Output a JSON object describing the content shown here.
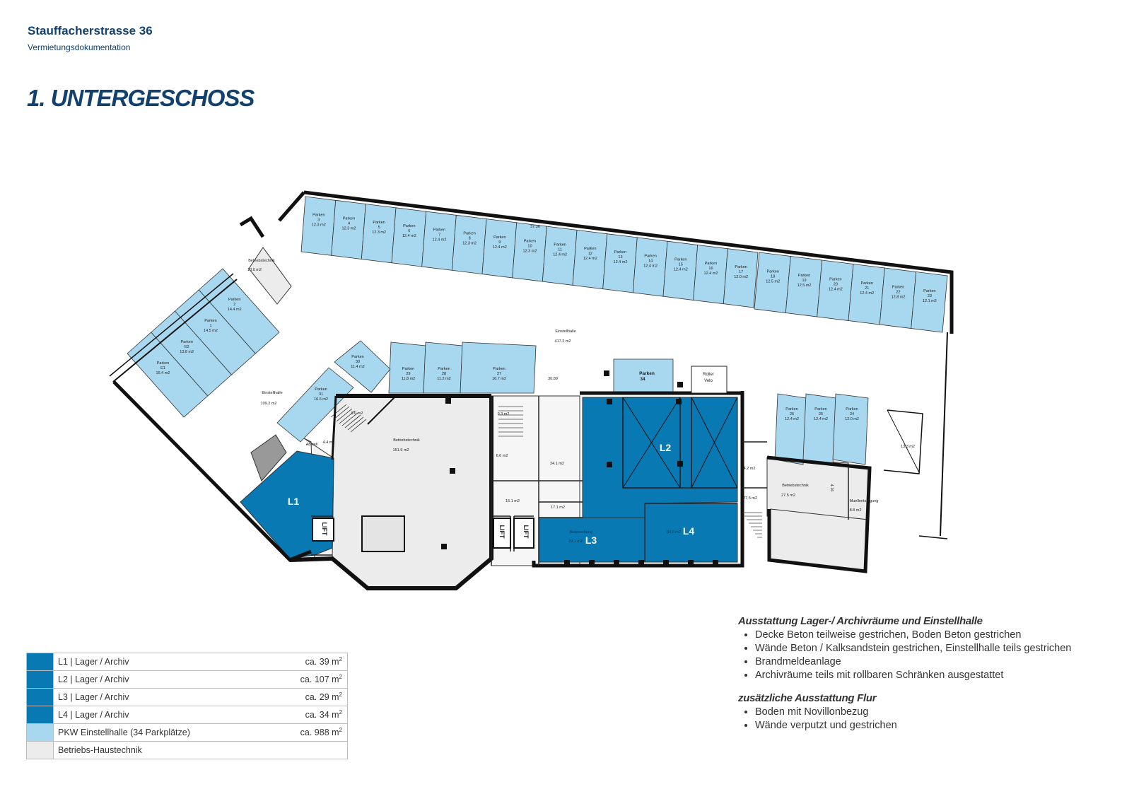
{
  "header": {
    "title": "Stauffacherstrasse 36",
    "subtitle": "Vermietungsdokumentation"
  },
  "floor_title": "1. UNTERGESCHOSS",
  "colors": {
    "brand": "#12406f",
    "rental": "#0879b3",
    "parking": "#a8d8f0",
    "technical": "#ececec",
    "wall": "#111111"
  },
  "plan": {
    "rooms": {
      "l1": "L1",
      "l2": "L2",
      "l3": "L3",
      "l4": "L4",
      "l3_sub": "Besprechung",
      "l3_area": "29.1 m2",
      "l4_area": "34.0 m2",
      "einstellhalle_main": "Einstellhalle",
      "einstellhalle_main_area": "417.2 m2",
      "einstellhalle_left": "Einstellhalle",
      "einstellhalle_left_area": "109.2 m2",
      "betriebstechnik_center": "Betriebstechnik",
      "betriebstechnik_center_area": "151.9 m2",
      "betriebstechnik_top": "Betriebstechnik",
      "betriebstechnik_top_area": "10.0 m2",
      "betriebstechnik_right": "Betriebstechnik",
      "betriebstechnik_right_area": "27.5 m2",
      "muell": "Muellentsorgung",
      "muell_area": "8.8 m2",
      "abstell": "Abstell",
      "abstell_area": "4.4 m2",
      "room_24": "24.1 m2",
      "room_15": "15.1 m2",
      "room_17": "17.1 m2",
      "room_9a": "9.3 m2",
      "room_6": "6.6 m2",
      "room_9b": "9.0 m2",
      "room_42": "4.2 m2",
      "room_275": "27.5 m2",
      "room_133": "13.3 m2",
      "roller": "Roller",
      "velo": "Velo",
      "lift": "LIFT",
      "dim_1": "37.36",
      "dim_2": "30.89",
      "dim_3": "4.16"
    },
    "parking": [
      {
        "name": "Parken",
        "nr": "E1",
        "area": "15.4 m2"
      },
      {
        "name": "Parken",
        "nr": "E2",
        "area": "13.8 m2"
      },
      {
        "name": "Parken",
        "nr": "1",
        "area": "14.5 m2"
      },
      {
        "name": "Parken",
        "nr": "2",
        "area": "14.4 m2"
      },
      {
        "name": "Parken",
        "nr": "3",
        "area": "12.3 m2"
      },
      {
        "name": "Parken",
        "nr": "4",
        "area": "12.3 m2"
      },
      {
        "name": "Parken",
        "nr": "5",
        "area": "12.3 m2"
      },
      {
        "name": "Parken",
        "nr": "6",
        "area": "12.4 m2"
      },
      {
        "name": "Parken",
        "nr": "7",
        "area": "12.4 m2"
      },
      {
        "name": "Parken",
        "nr": "8",
        "area": "12.3 m2"
      },
      {
        "name": "Parken",
        "nr": "9",
        "area": "12.4 m2"
      },
      {
        "name": "Parken",
        "nr": "10",
        "area": "12.3 m2"
      },
      {
        "name": "Parken",
        "nr": "11",
        "area": "12.4 m2"
      },
      {
        "name": "Parken",
        "nr": "12",
        "area": "12.4 m2"
      },
      {
        "name": "Parken",
        "nr": "13",
        "area": "12.4 m2"
      },
      {
        "name": "Parken",
        "nr": "14",
        "area": "12.4 m2"
      },
      {
        "name": "Parken",
        "nr": "15",
        "area": "12.4 m2"
      },
      {
        "name": "Parken",
        "nr": "16",
        "area": "12.4 m2"
      },
      {
        "name": "Parken",
        "nr": "17",
        "area": "12.0 m2"
      },
      {
        "name": "Parken",
        "nr": "18",
        "area": "12.5 m2"
      },
      {
        "name": "Parken",
        "nr": "19",
        "area": "12.5 m2"
      },
      {
        "name": "Parken",
        "nr": "20",
        "area": "12.4 m2"
      },
      {
        "name": "Parken",
        "nr": "21",
        "area": "12.4 m2"
      },
      {
        "name": "Parken",
        "nr": "22",
        "area": "12.8 m2"
      },
      {
        "name": "Parken",
        "nr": "23",
        "area": "12.1 m2"
      },
      {
        "name": "Parken",
        "nr": "24",
        "area": "12.0 m2"
      },
      {
        "name": "Parken",
        "nr": "25",
        "area": "12.4 m2"
      },
      {
        "name": "Parken",
        "nr": "26",
        "area": "12.4 m2"
      },
      {
        "name": "Parken",
        "nr": "27",
        "area": "16.7 m2"
      },
      {
        "name": "Parken",
        "nr": "28",
        "area": "11.2 m2"
      },
      {
        "name": "Parken",
        "nr": "29",
        "area": "11.8 m2"
      },
      {
        "name": "Parken",
        "nr": "30",
        "area": "11.4 m2"
      },
      {
        "name": "Parken",
        "nr": "31",
        "area": "16.6 m2"
      },
      {
        "name": "Parken",
        "nr": "34",
        "area": ""
      }
    ]
  },
  "legend": [
    {
      "label": "L1 | Lager / Archiv",
      "area": "ca. 39 m",
      "unit_sup": "2",
      "color": "#0879b3"
    },
    {
      "label": "L2 | Lager / Archiv",
      "area": "ca. 107 m",
      "unit_sup": "2",
      "color": "#0879b3"
    },
    {
      "label": "L3 | Lager / Archiv",
      "area": "ca. 29 m",
      "unit_sup": "2",
      "color": "#0879b3"
    },
    {
      "label": "L4 | Lager / Archiv",
      "area": "ca. 34 m",
      "unit_sup": "2",
      "color": "#0879b3"
    },
    {
      "label": "PKW Einstellhalle (34 Parkplätze)",
      "area": "ca. 988 m",
      "unit_sup": "2",
      "color": "#a8d8f0"
    },
    {
      "label": "Betriebs-Haustechnik",
      "area": "",
      "unit_sup": "",
      "color": "#ececec"
    }
  ],
  "specs": {
    "heading1": "Ausstattung Lager-/ Archivräume und Einstellhalle",
    "items1": [
      "Decke Beton teilweise gestrichen, Boden Beton gestrichen",
      "Wände Beton / Kalksandstein gestrichen, Einstellhalle teils gestrichen",
      "Brandmeldeanlage",
      "Archivräume teils mit rollbaren Schränken ausgestattet"
    ],
    "heading2": "zusätzliche Ausstattung Flur",
    "items2": [
      "Boden mit Novillonbezug",
      "Wände verputzt  und gestrichen"
    ]
  }
}
